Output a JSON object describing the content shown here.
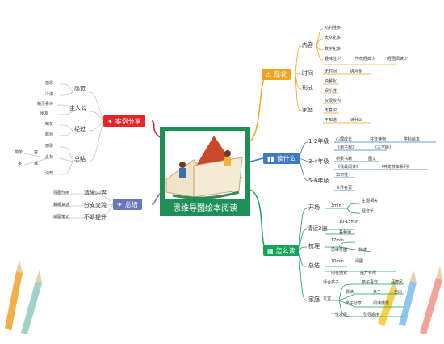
{
  "center": {
    "title": "思维导图绘本阅读"
  },
  "colors": {
    "center": "#1f8f58",
    "status": "#f4a31f",
    "why": "#3f79c9",
    "how": "#17a35c",
    "case": "#e8242a",
    "summary": "#6a76b8",
    "line_left": "#c6c6c6"
  },
  "status": {
    "label": "现状",
    "icon": "warning-icon",
    "content": {
      "label": "内容",
      "items": [
        "功利性多",
        "大众化多",
        "数字化多",
        "趣味性少",
        "传统经典少",
        "经固阅读少"
      ]
    },
    "time": {
      "label": "时间",
      "items": [
        "无时间",
        "碎片化"
      ]
    },
    "form": {
      "label": "形式",
      "items": [
        "快餐化",
        "娱乐性",
        "仅限校内"
      ]
    },
    "family": {
      "label": "家庭",
      "items": [
        "无意识",
        "不知道",
        "读什么"
      ]
    }
  },
  "why": {
    "label": "读什么",
    "icon": "books-icon",
    "g12": {
      "label": "1-2年级",
      "items": [
        "心理成长",
        "注音读物",
        "学科绘本",
        "《弟子规》",
        "《三字经》"
      ]
    },
    "g34": {
      "label": "3-4年级",
      "items": [
        "桥梁书籍",
        "图文",
        "《我最阅读》",
        "《神奇校车系列》"
      ]
    },
    "g56": {
      "label": "5-6年级",
      "items": [
        "知识性",
        "世界名著"
      ]
    }
  },
  "how": {
    "label": "怎么读",
    "icon": "blocks-icon",
    "kaichang": {
      "label": "开场",
      "items": [
        "3min",
        "主题相关",
        "轻音乐"
      ]
    },
    "read3": {
      "label": "请读3遍",
      "items": [
        "10-15min",
        "各种读"
      ]
    },
    "sort": {
      "label": "梳理",
      "items": [
        "17min",
        "思维导图",
        "默述"
      ]
    },
    "sum": {
      "label": "总结",
      "items": [
        "10min",
        "阅图",
        "内在感受",
        "提升有所"
      ]
    },
    "family": {
      "label": "家庭",
      "items": [
        "适合孩子",
        "孩子喜欢",
        "品德风",
        "方式",
        "晨读",
        "亲子",
        "自由",
        "亲子分享",
        "阅读感悟",
        "个性发展",
        "引导顺序"
      ]
    }
  },
  "cases": {
    "label": "案例分享",
    "icon": "share-icon",
    "feel": {
      "label": "感觉",
      "items": [
        "感恩",
        "冷漠"
      ]
    },
    "hero": {
      "label": "主人公",
      "items": [
        "精灵看待",
        "朋友"
      ]
    },
    "exp": {
      "label": "经过",
      "items": [
        "知友",
        "麻烦"
      ]
    },
    "sum": {
      "label": "总结",
      "items": [
        "感恩",
        "头标",
        "简单",
        "容",
        "多",
        "难",
        "诀窍"
      ]
    }
  },
  "summary": {
    "label": "总结",
    "icon": "pin-icon",
    "items": [
      {
        "label": "清晰内容",
        "sub": "导图作用"
      },
      {
        "label": "分支交流",
        "sub": "着眼复述"
      },
      {
        "label": "不断提升",
        "sub": "绘图笔记"
      }
    ]
  }
}
